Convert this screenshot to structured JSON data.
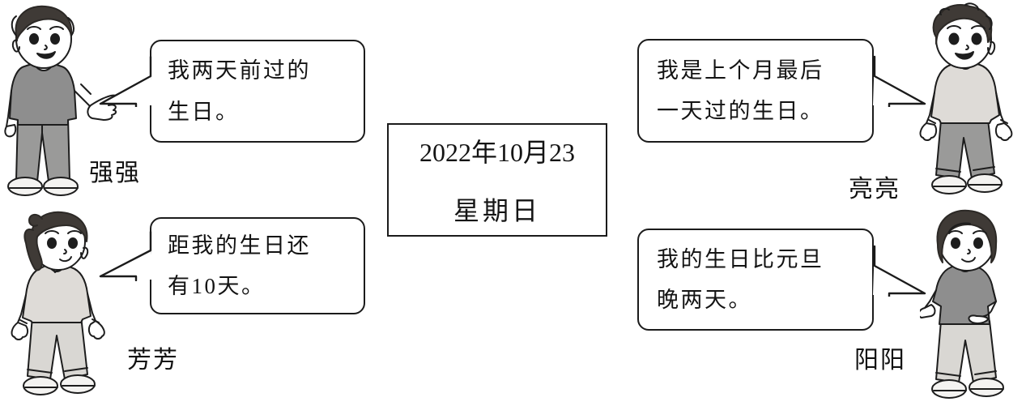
{
  "page": {
    "type": "worksheet-illustration",
    "background": "#ffffff",
    "ink_color": "#1b1b1b"
  },
  "calendar": {
    "date_line": "2022年10月23",
    "weekday_line": "星期日"
  },
  "characters": [
    {
      "id": "qiangqiang",
      "name": "强强",
      "position": "top-left",
      "pose": "gesturing-right",
      "hair": "short dark messy",
      "shirt": "gray t-shirt",
      "pants": "gray long pants",
      "shoes": "white sneakers",
      "bubble": {
        "line1": "我两天前过的",
        "line2": "生日。",
        "tail_side": "left"
      }
    },
    {
      "id": "fangfang",
      "name": "芳芳",
      "position": "bottom-left",
      "pose": "standing arms down",
      "hair": "dark ponytail",
      "shirt": "light collared sweater",
      "pants": "light long pants",
      "shoes": "white sneakers",
      "bubble": {
        "line1": "距我的生日还",
        "line2": "有10天。",
        "tail_side": "left"
      }
    },
    {
      "id": "liangliang",
      "name": "亮亮",
      "position": "top-right",
      "pose": "standing arms down",
      "hair": "curly dark",
      "shirt": "light long-sleeve sweater",
      "pants": "gray long pants",
      "shoes": "white sneakers",
      "bubble": {
        "line1": "我是上个月最后",
        "line2": "一天过的生日。",
        "tail_side": "right"
      }
    },
    {
      "id": "yangyang",
      "name": "阳阳",
      "position": "bottom-right",
      "pose": "hand on hip",
      "hair": "dark bob",
      "shirt": "gray t-shirt",
      "pants": "light long pants",
      "shoes": "white sneakers",
      "bubble": {
        "line1": "我的生日比元旦",
        "line2": "晚两天。",
        "tail_side": "right"
      }
    }
  ],
  "colors": {
    "ink": "#1b1b1b",
    "hair_dark": "#3f3a36",
    "shirt_gray": "#8e8e8e",
    "shirt_light": "#dedbd7",
    "pants_gray": "#9a9a99",
    "pants_light": "#d9d7d3",
    "skin": "#ffffff",
    "shoe": "#f2f1ef"
  }
}
